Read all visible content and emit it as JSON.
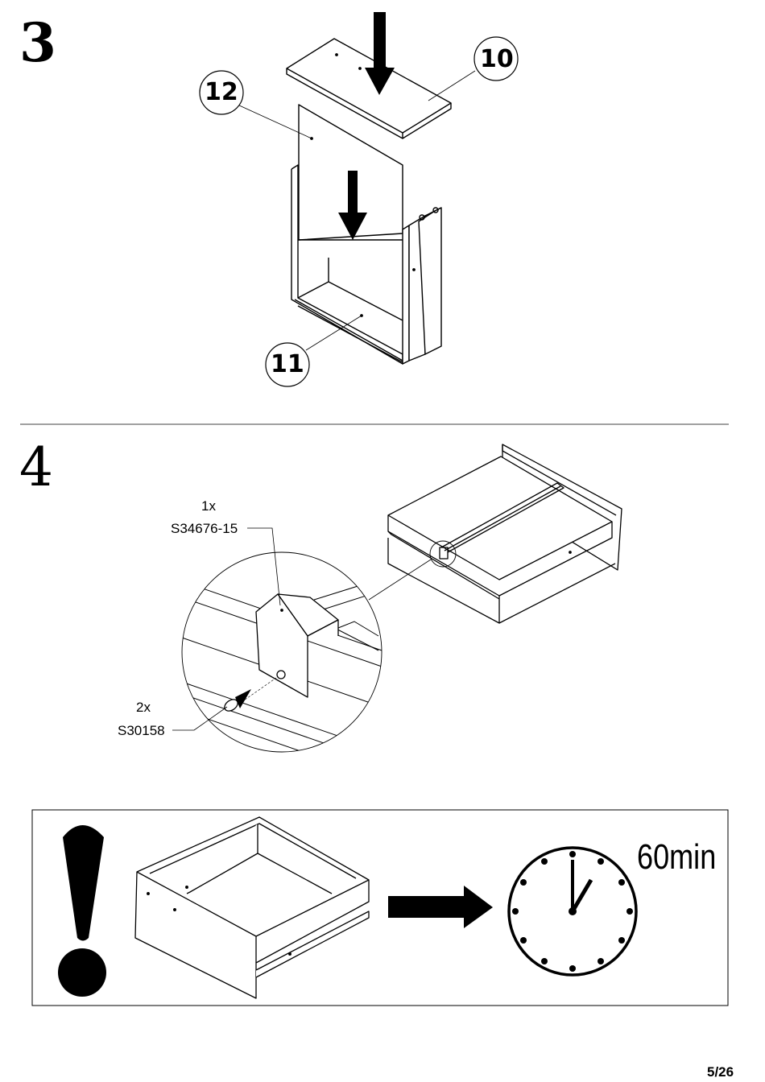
{
  "steps": {
    "step3": {
      "number": "3",
      "part_labels": [
        "10",
        "12",
        "11"
      ]
    },
    "step4": {
      "number": "4",
      "bracket": {
        "qty": "1x",
        "code": "S34676-15"
      },
      "screw": {
        "qty": "2x",
        "code": "S30158"
      }
    }
  },
  "note_box": {
    "duration": "60min",
    "icons": [
      "exclamation-icon",
      "drawer-icon",
      "arrow-right-icon",
      "clock-icon"
    ]
  },
  "footer": {
    "page": "5/26"
  }
}
